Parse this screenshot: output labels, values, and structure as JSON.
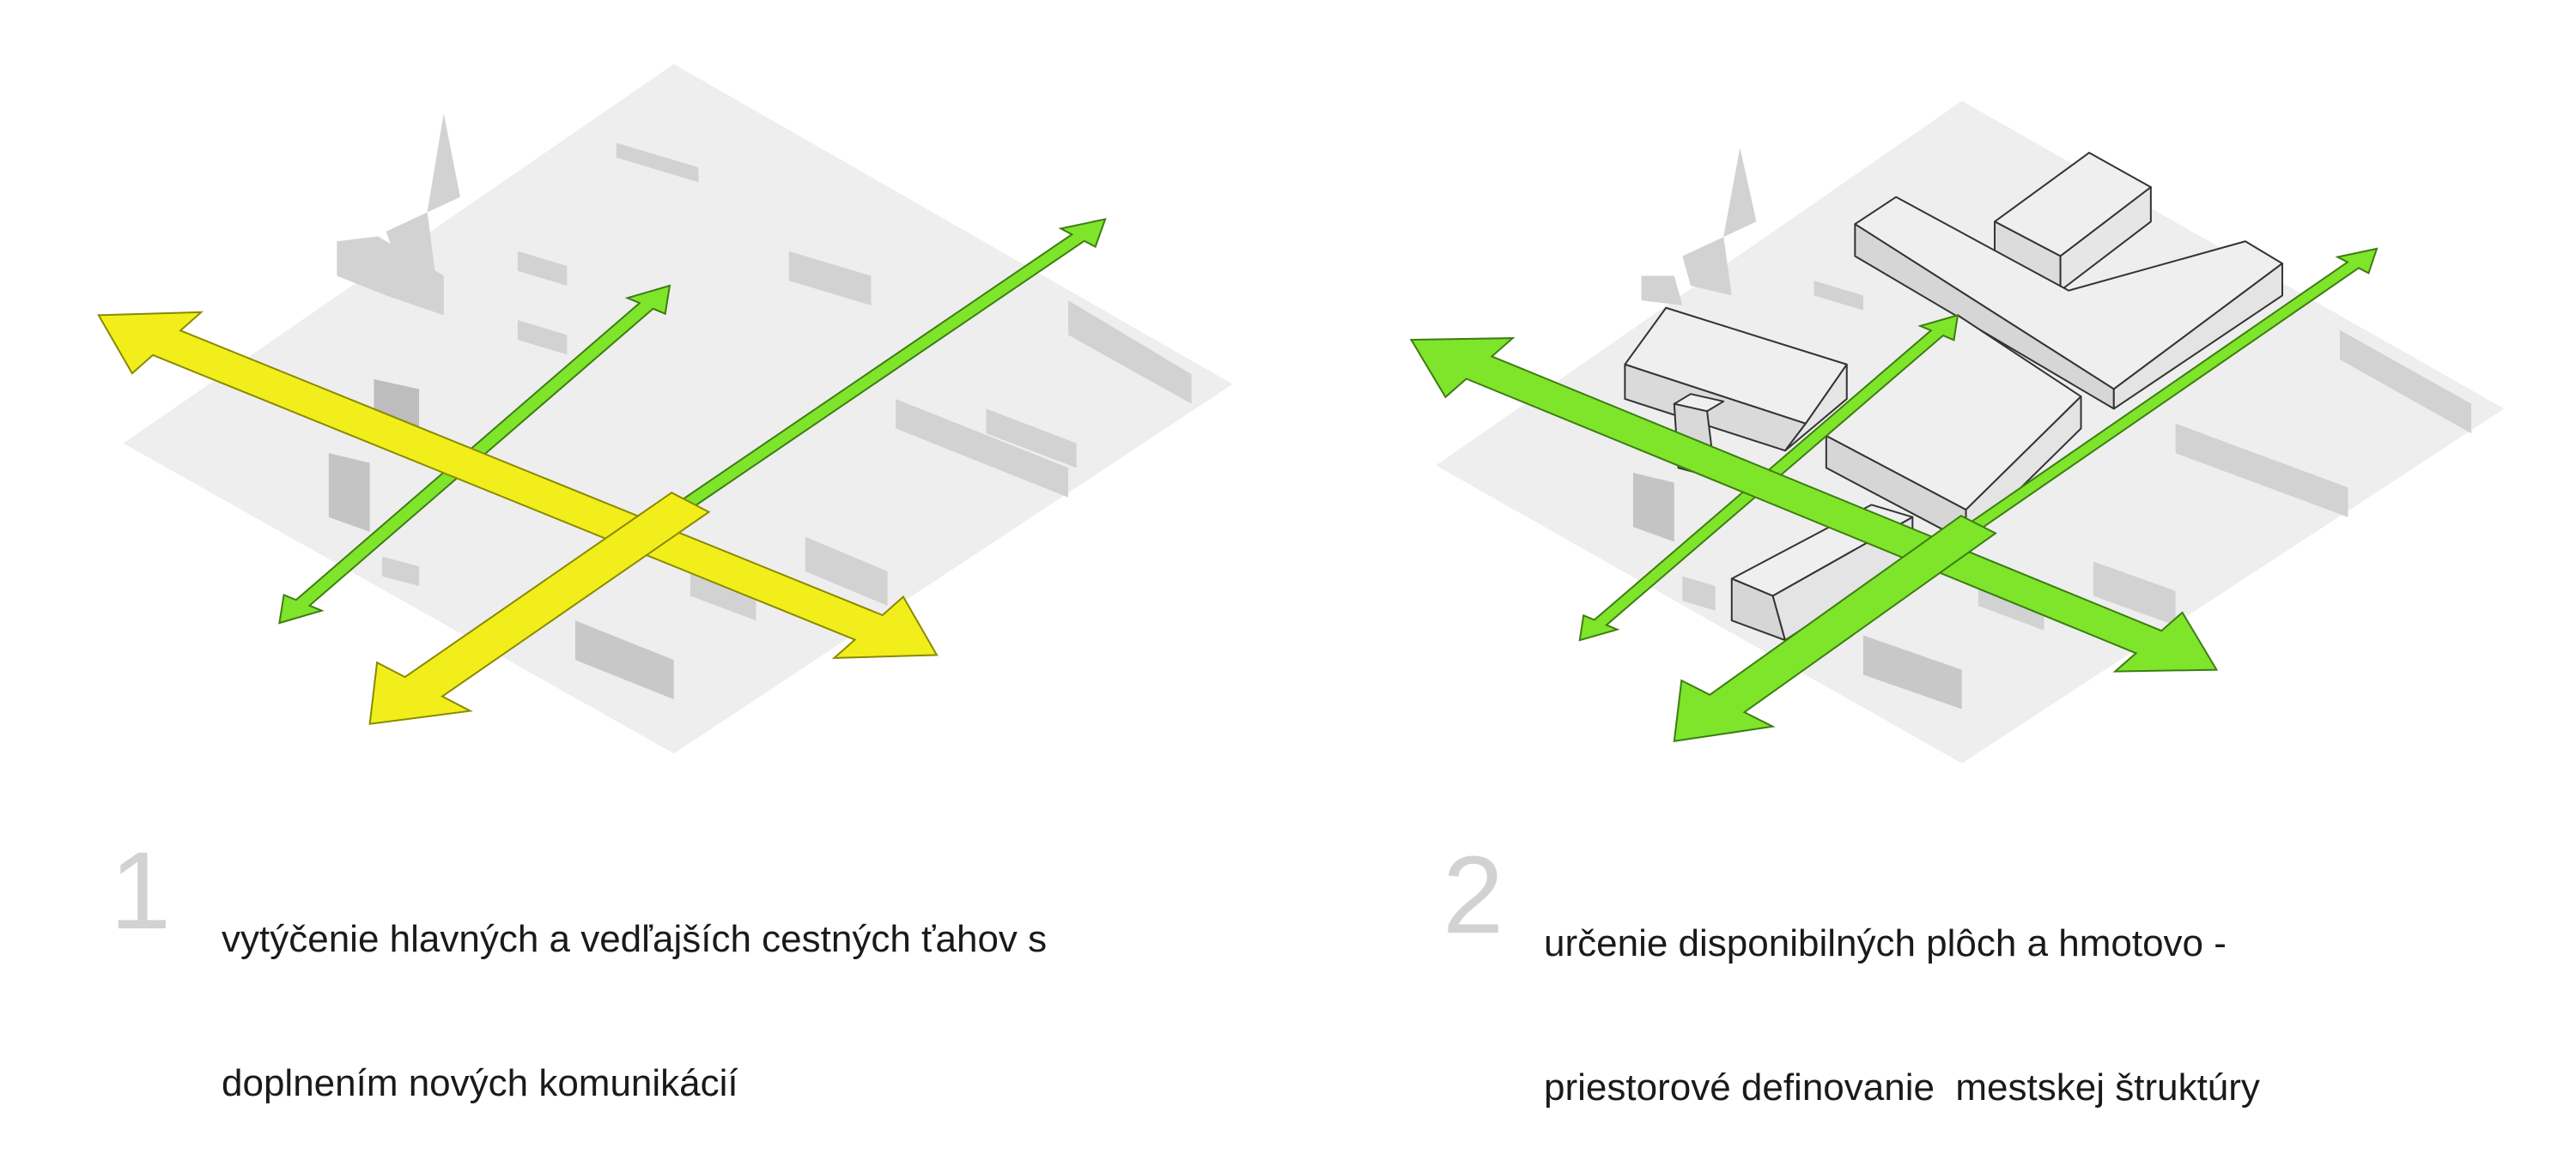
{
  "panels": [
    {
      "number": "1",
      "caption_lines": [
        "vytýčenie hlavných a vedľajších cestných ťahov s",
        "doplnením nových komunikácií"
      ]
    },
    {
      "number": "2",
      "caption_lines": [
        "určenie disponibilných plôch a hmotovo -",
        "priestorové definovanie  mestskej štruktúry"
      ]
    }
  ],
  "colors": {
    "primary_road_panel1": "#f2ee1c",
    "secondary_road": "#7ee52a",
    "primary_road_panel2": "#7ee52a",
    "context_ground": "#ededed",
    "context_buildings": "#cfcfcf",
    "new_volumes": "#efefef"
  }
}
